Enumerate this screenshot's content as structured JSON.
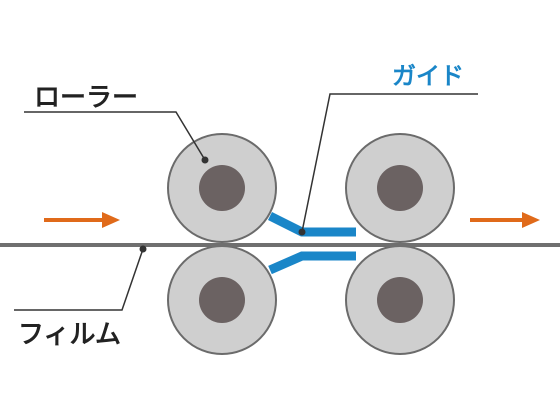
{
  "labels": {
    "roller": "ローラー",
    "guide": "ガイド",
    "film": "フィルム"
  },
  "colors": {
    "roller_outer": "#cfcfcf",
    "roller_stroke": "#6b6b6b",
    "roller_hub": "#6b6262",
    "film": "#6f6f6f",
    "guide": "#1a86c8",
    "arrow": "#e06a1a",
    "text": "#222222",
    "leader": "#333333"
  }
}
